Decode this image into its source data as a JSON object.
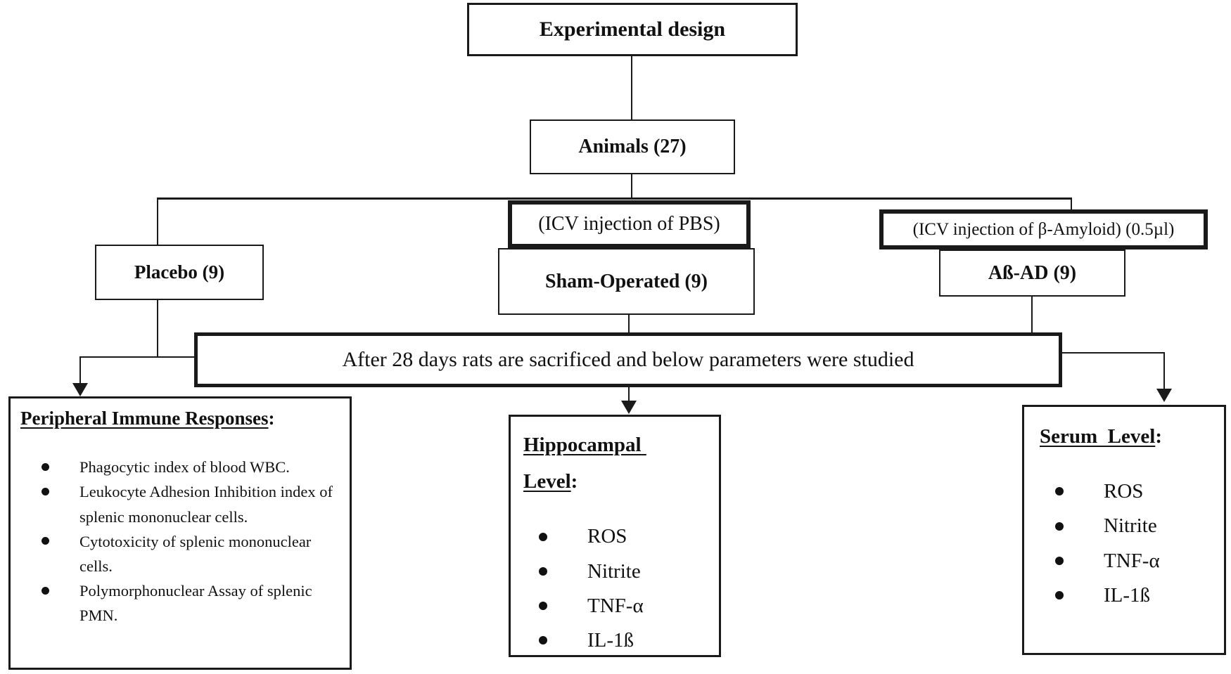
{
  "diagram": {
    "top_box": "Experimental design",
    "animals_box": "Animals (27)",
    "branch_left": {
      "group_box": "Placebo (9)"
    },
    "branch_middle": {
      "injection_box": "(ICV injection of PBS)",
      "group_box": "Sham-Operated (9)"
    },
    "branch_right": {
      "injection_box": "(ICV injection of β-Amyloid) (0.5µl)",
      "group_box": "Aß-AD (9)"
    },
    "banner_box": "After 28 days rats are sacrificed and below parameters were studied",
    "outcome_left": {
      "title": "Peripheral Immune Responses",
      "colon": ":",
      "items": [
        "Phagocytic index of blood WBC.",
        "Leukocyte Adhesion Inhibition index of splenic mononuclear cells.",
        "Cytotoxicity of splenic mononuclear cells.",
        "Polymorphonuclear Assay of splenic PMN."
      ]
    },
    "outcome_middle": {
      "title": "Hippocampal Level",
      "colon": ":",
      "items": [
        "ROS",
        "Nitrite",
        "TNF-α",
        "IL-1ß"
      ]
    },
    "outcome_right": {
      "title": "Serum  Level",
      "colon": ":",
      "items": [
        "ROS",
        "Nitrite",
        "TNF-α",
        "IL-1ß"
      ]
    },
    "colors": {
      "line": "#1a1a1a",
      "text": "#111111",
      "background": "#ffffff"
    }
  }
}
